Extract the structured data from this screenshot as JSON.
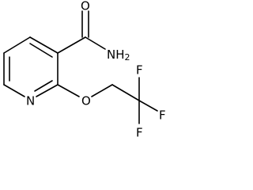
{
  "atoms": {
    "O_carbonyl": "O",
    "N_amide": "NH",
    "N_amide_sub": "2",
    "N_ring": "N",
    "O_ether": "O",
    "F_top": "F",
    "F_right": "F",
    "F_bottom": "F"
  }
}
